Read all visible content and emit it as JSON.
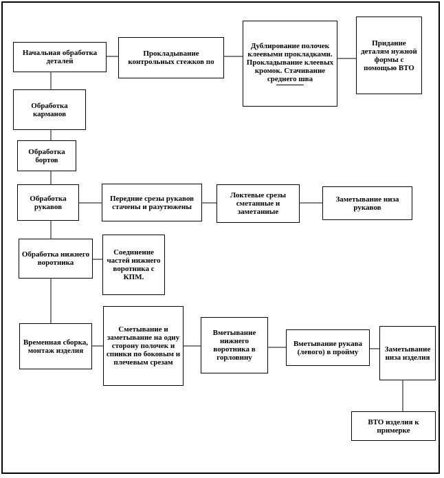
{
  "diagram": {
    "boxes": {
      "initial_processing": "Начальная обработка деталей",
      "control_stitches": "Прокладывание контрольных стежков по",
      "interlining": "Дублирование полочек клеевыми прокладками. Прокладывание клеевых кромок. Стачивание среднего шва",
      "wto_shape": "Придание деталям нужной формы с помощью ВТО",
      "pockets": "Обработка карманов",
      "facings": "Обработка бортов",
      "sleeves": "Обработка рукавов",
      "sleeve_front_seams": "Передние срезы рукавов стачены и разутюжены",
      "sleeve_elbow_seams": "Локтевые срезы сметанные и заметанные",
      "sleeve_hem": "Заметывание низа рукавов",
      "undercollar": "Обработка нижнего воротника",
      "undercollar_parts": "Соединение частей нижнего воротника с КПМ.",
      "temp_assembly": "Временная сборка, монтаж изделия",
      "basting_seams": "Сметывание и заметывание на одну сторону полочек и спинки по боковым и плечевым срезам",
      "collar_basting": "Вметывание нижнего воротника в горловину",
      "sleeve_basting": "Вметывание рукава (левого) в пройму",
      "hem_basting": "Заметывание низа изделия",
      "wto_fitting": "ВТО изделия к примерке"
    }
  }
}
